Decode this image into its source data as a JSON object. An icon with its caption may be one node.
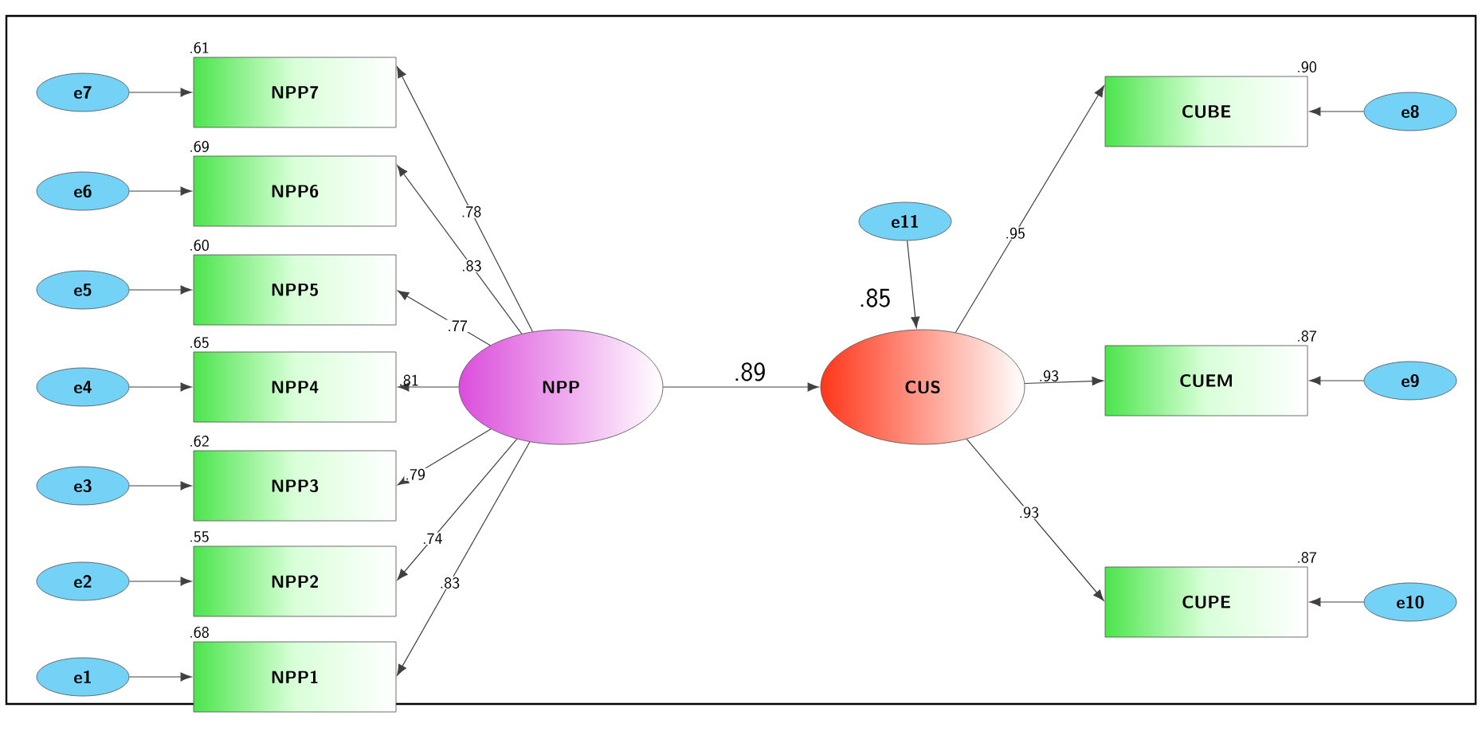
{
  "diagram": {
    "nodes": [
      {
        "text": [
          "NPP7"
        ],
        "beside": [
          ".61"
        ]
      },
      {
        "text": [
          "NPP6"
        ],
        "beside": [
          ".69"
        ]
      },
      {
        "text": [
          "NPP5"
        ],
        "beside": [
          ".60"
        ]
      },
      {
        "text": [
          "NPP4"
        ],
        "beside": [
          ".65"
        ]
      },
      {
        "text": [
          "NPP3"
        ],
        "beside": [
          ".62"
        ]
      },
      {
        "text": [
          "NPP2"
        ],
        "beside": [
          ".55"
        ]
      },
      {
        "text": [
          "NPP1"
        ],
        "beside": [
          ".68"
        ]
      },
      {
        "text": [
          "e7"
        ]
      },
      {
        "text": [
          "e6"
        ]
      },
      {
        "text": [
          "e5"
        ]
      },
      {
        "text": [
          "e4"
        ]
      },
      {
        "text": [
          "e3"
        ]
      },
      {
        "text": [
          "e2"
        ]
      },
      {
        "text": [
          "e1"
        ]
      },
      {
        "text": [
          "NPP"
        ]
      },
      {
        "text": [
          "e11"
        ]
      },
      {
        "text": [
          "CUS"
        ],
        "beside": [
          ".85"
        ]
      },
      {
        "text": [
          "CUBE"
        ],
        "beside": [
          ".90"
        ]
      },
      {
        "text": [
          "CUEM"
        ],
        "beside": [
          ".87"
        ]
      },
      {
        "text": [
          "CUPE"
        ],
        "beside": [
          ".87"
        ]
      },
      {
        "text": [
          "e8"
        ]
      },
      {
        "text": [
          "e9"
        ]
      },
      {
        "text": [
          "e10"
        ]
      }
    ],
    "edges": [
      {
        "from": 7,
        "to": 0,
        "arrow": "to"
      },
      {
        "from": 8,
        "to": 1,
        "arrow": "to"
      },
      {
        "from": 9,
        "to": 2,
        "arrow": "to"
      },
      {
        "from": 10,
        "to": 3,
        "arrow": "to"
      },
      {
        "from": 11,
        "to": 4,
        "arrow": "to"
      },
      {
        "from": 12,
        "to": 5,
        "arrow": "to"
      },
      {
        "from": 13,
        "to": 6,
        "arrow": "to"
      },
      {
        "from": 14,
        "to": 0,
        "arrow": "to",
        "label": ".78"
      },
      {
        "from": 14,
        "to": 1,
        "arrow": "to",
        "label": ".83"
      },
      {
        "from": 14,
        "to": 2,
        "arrow": "to",
        "label": ".77"
      },
      {
        "from": 14,
        "to": 3,
        "arrow": "to",
        "label": ".81"
      },
      {
        "from": 14,
        "to": 4,
        "arrow": "to",
        "label": ".79"
      },
      {
        "from": 14,
        "to": 5,
        "arrow": "to",
        "label": ".74"
      },
      {
        "from": 14,
        "to": 6,
        "arrow": "to",
        "label": ".83"
      },
      {
        "from": 14,
        "to": 16,
        "arrow": "to",
        "label": ".89"
      },
      {
        "from": 15,
        "to": 16,
        "arrow": "to"
      },
      {
        "from": 16,
        "to": 17,
        "arrow": "to",
        "label": ".95"
      },
      {
        "from": 16,
        "to": 18,
        "arrow": "to",
        "label": ".93"
      },
      {
        "from": 16,
        "to": 19,
        "arrow": "to",
        "label": ".93"
      },
      {
        "from": 20,
        "to": 17,
        "arrow": "to"
      },
      {
        "from": 21,
        "to": 18,
        "arrow": "to"
      },
      {
        "from": 22,
        "to": 19,
        "arrow": "to"
      }
    ]
  }
}
